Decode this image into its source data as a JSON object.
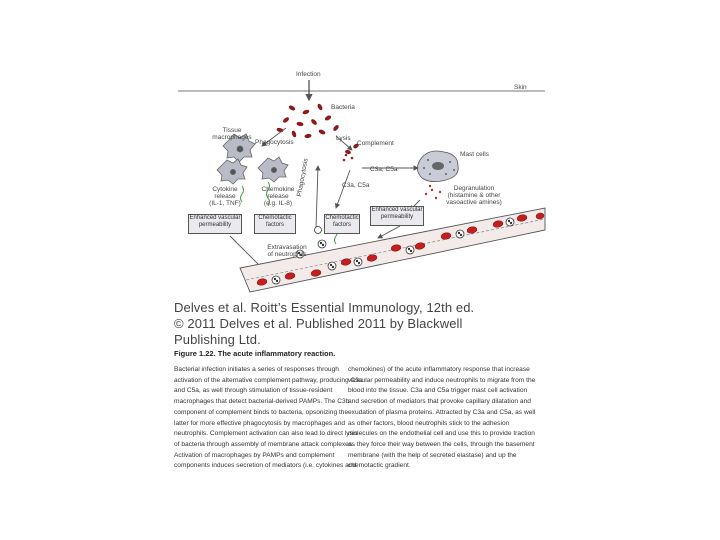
{
  "diagram": {
    "labels": {
      "infection": "Infection",
      "skin": "Skin",
      "bacteria": "Bacteria",
      "tissue_macrophages": [
        "Tissue",
        "macrophages"
      ],
      "phagocytosis_left": "Phagocytosis",
      "lysis": "Lysis",
      "complement": "Complement",
      "mast_cells": "Mast cells",
      "c3a_c5a_right": "C3a, C5a",
      "c3a_c5a_mid": "C3a, C5a",
      "phagocytosis_vertical": "Phagocytosis",
      "cytokine_release": [
        "Cytokine",
        "release",
        "(IL-1, TNF)"
      ],
      "chemokine_release": [
        "Chemokine",
        "release",
        "(e.g. IL-8)"
      ],
      "degranulation": [
        "Degranulation",
        "(histamine & other",
        "vasoactive amines)"
      ],
      "extravasation": [
        "Extravasation",
        "of neutrophils"
      ]
    },
    "boxes": {
      "enhanced_vascular_left": [
        "Enhanced vascular",
        "permeability"
      ],
      "chemotactic_left": [
        "Chemotactic",
        "factors"
      ],
      "chemotactic_mid": [
        "Chemotactic",
        "factors"
      ],
      "enhanced_vascular_right": [
        "Enhanced vascular",
        "permeability"
      ]
    }
  },
  "credit": {
    "line1": "Delves et al. Roitt’s Essential Immunology, 12th ed.",
    "line2": "© 2011 Delves et al. Published 2011 by Blackwell",
    "line3": "Publishing Ltd."
  },
  "figure": {
    "title": "Figure 1.22.  The acute inflammatory reaction.",
    "left_lines": [
      "Bacterial infection initiates a series of responses through",
      "activation of the alternative complement pathway, producing C3a",
      "and C5a, as well through stimulation of tissue-resident",
      "macrophages that detect bacterial-derived PAMPs. The C3b",
      "component of complement binds to bacteria, opsonizing the",
      "latter for more effective phagocytosis by macrophages and",
      "neutrophils. Complement activation can also lead to direct lysis",
      "of bacteria through assembly of membrane attack complexes.",
      "Activation of macrophages by PAMPs and complement",
      "components induces secretion of mediators (i.e. cytokines and"
    ],
    "right_lines": [
      "chemokines) of the acute inflammatory response that increase",
      "vascular permeability and induce neutrophils to migrate from the",
      "blood into the tissue. C3a and C5a trigger mast cell activation",
      "and secretion of mediators that provoke capillary dilatation and",
      "exudation of plasma proteins. Attracted by C3a and C5a, as well",
      "as other factors, blood neutrophils stick to the adhesion",
      "molecules on the endothelial cell and use this to provide traction",
      "as they force their way between the cells, through the basement",
      "membrane (with the help of secreted elastase) and up the",
      "chemotactic gradient."
    ]
  }
}
